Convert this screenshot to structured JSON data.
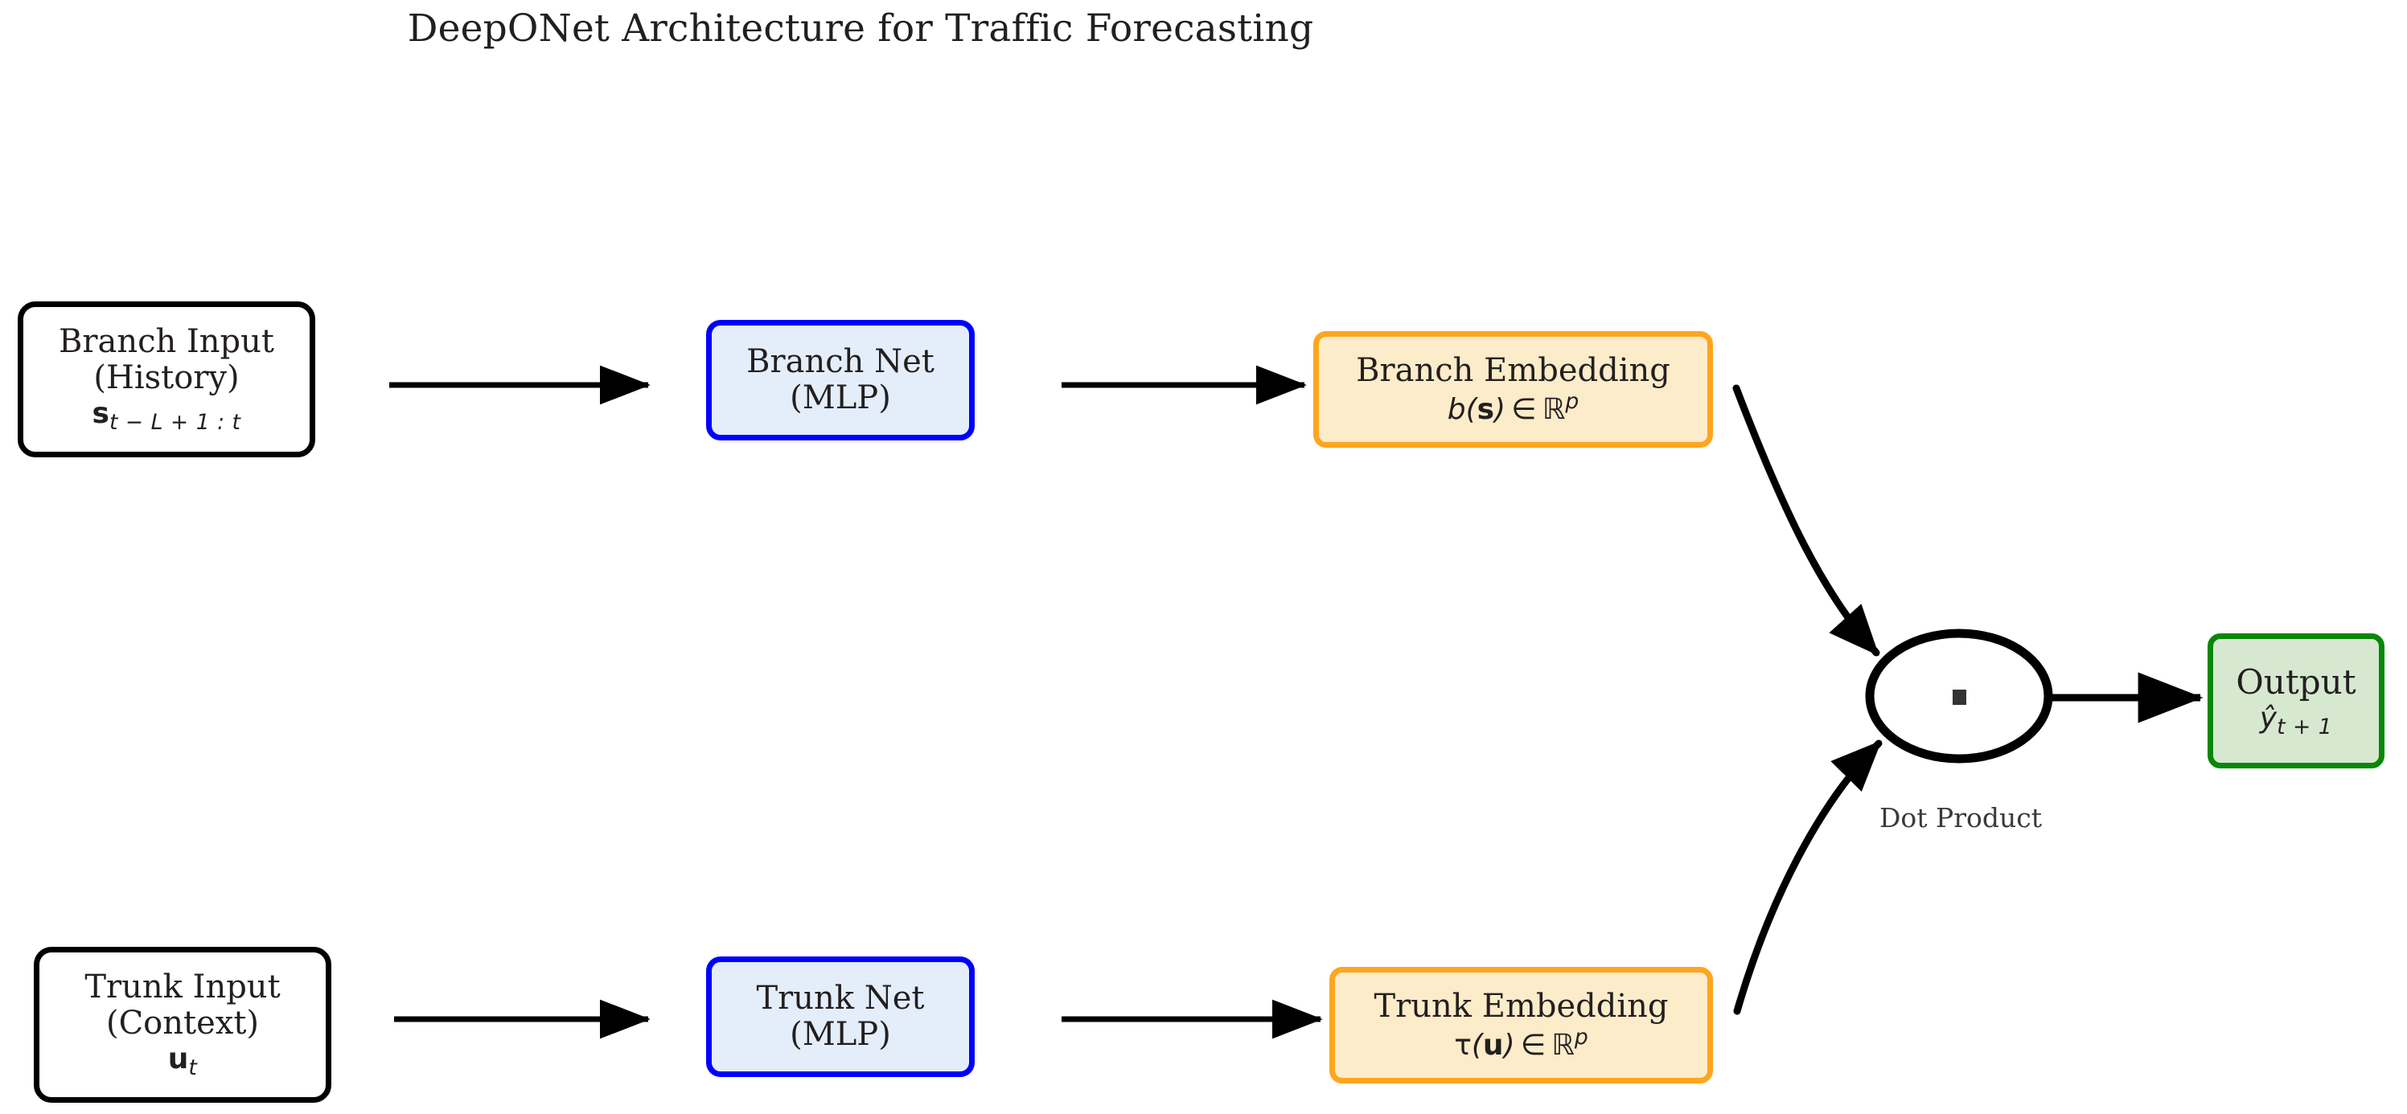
{
  "title": "DeepONet Architecture for Traffic Forecasting",
  "theme": {
    "background": "#ffffff",
    "text": "#231f20",
    "input_border": "#000000",
    "input_fill": "#ffffff",
    "net_border": "#0000ff",
    "net_fill": "#e4eefb",
    "embedding_border": "#ffa51e",
    "embedding_fill": "#fcecc9",
    "output_border": "#068806",
    "output_fill": "#d7e8d1",
    "arrow": "#000000"
  },
  "nodes": {
    "branch_input": {
      "line1": "Branch Input",
      "line2": "(History)",
      "math_main": "s",
      "math_sub": "t − L + 1 : t"
    },
    "branch_net": {
      "line1": "Branch Net",
      "line2": "(MLP)"
    },
    "branch_embedding": {
      "line1": "Branch Embedding",
      "math_fn": "b",
      "math_arg": "s",
      "math_rel": "∈",
      "math_space": "ℝ",
      "math_dim": "p"
    },
    "trunk_input": {
      "line1": "Trunk Input",
      "line2": "(Context)",
      "math_main": "u",
      "math_sub": "t"
    },
    "trunk_net": {
      "line1": "Trunk Net",
      "line2": "(MLP)"
    },
    "trunk_embedding": {
      "line1": "Trunk Embedding",
      "math_fn": "τ",
      "math_arg": "u",
      "math_rel": "∈",
      "math_space": "ℝ",
      "math_dim": "p"
    },
    "dot_product": {
      "label": "Dot Product",
      "glyph": "▪"
    },
    "output": {
      "line1": "Output",
      "math_main": "ŷ",
      "math_sub": "t + 1"
    }
  },
  "edges": [
    {
      "name": "branch-input-to-branch-net",
      "kind": "straight"
    },
    {
      "name": "branch-net-to-branch-embedding",
      "kind": "straight"
    },
    {
      "name": "branch-embedding-to-dot-product",
      "kind": "curved"
    },
    {
      "name": "trunk-input-to-trunk-net",
      "kind": "straight"
    },
    {
      "name": "trunk-net-to-trunk-embedding",
      "kind": "straight"
    },
    {
      "name": "trunk-embedding-to-dot-product",
      "kind": "curved"
    },
    {
      "name": "dot-product-to-output",
      "kind": "straight"
    }
  ]
}
